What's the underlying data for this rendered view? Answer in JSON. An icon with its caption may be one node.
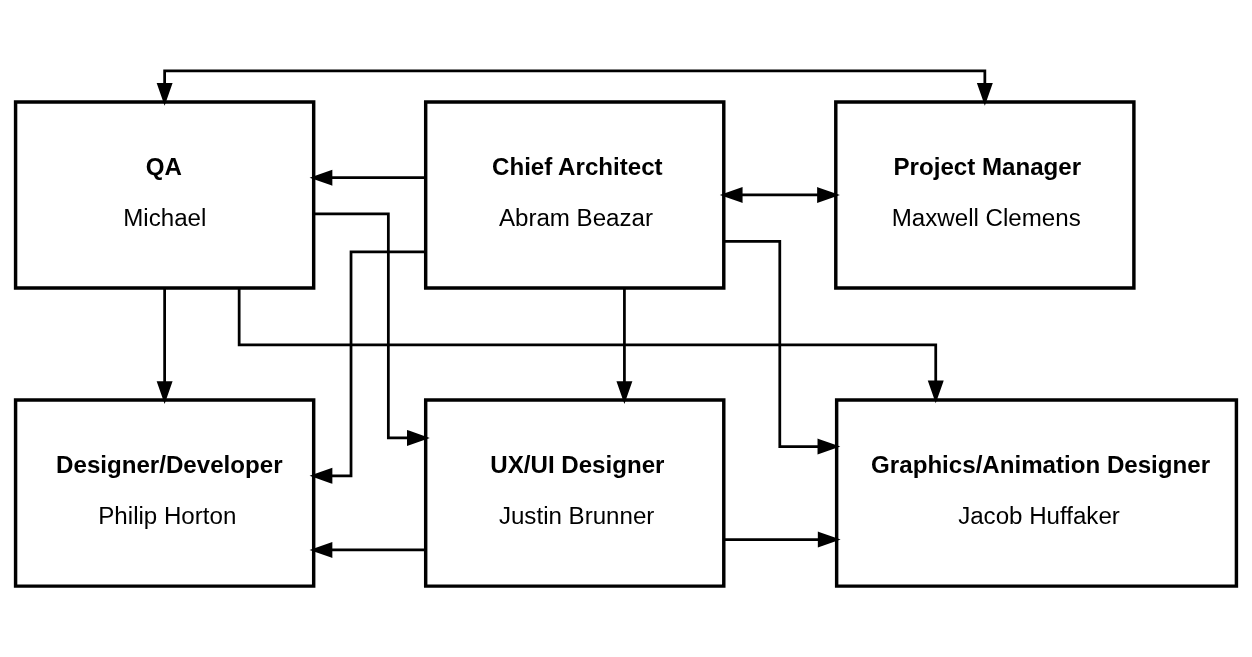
{
  "diagram": {
    "nodes": [
      {
        "text": [
          "QA",
          "Michael"
        ]
      },
      {
        "text": [
          "Chief Architect",
          "Abram Beazar"
        ]
      },
      {
        "text": [
          "Project Manager",
          "Maxwell Clemens"
        ]
      },
      {
        "text": [
          "Designer/Developer",
          "Philip Horton"
        ]
      },
      {
        "text": [
          "UX/UI Designer",
          "Justin Brunner"
        ]
      },
      {
        "text": [
          "Graphics/Animation Designer",
          "Jacob Huffaker"
        ]
      }
    ],
    "edges": [
      {
        "from": 0,
        "to": 2,
        "arrow": "both"
      },
      {
        "from": 1,
        "to": 0,
        "arrow": "to"
      },
      {
        "from": 1,
        "to": 2,
        "arrow": "both"
      },
      {
        "from": 0,
        "to": 3,
        "arrow": "to"
      },
      {
        "from": 0,
        "to": 4,
        "arrow": "to"
      },
      {
        "from": 0,
        "to": 5,
        "arrow": "to"
      },
      {
        "from": 1,
        "to": 3,
        "arrow": "to"
      },
      {
        "from": 1,
        "to": 4,
        "arrow": "to"
      },
      {
        "from": 1,
        "to": 5,
        "arrow": "to"
      },
      {
        "from": 4,
        "to": 3,
        "arrow": "to"
      },
      {
        "from": 4,
        "to": 5,
        "arrow": "to"
      }
    ]
  }
}
